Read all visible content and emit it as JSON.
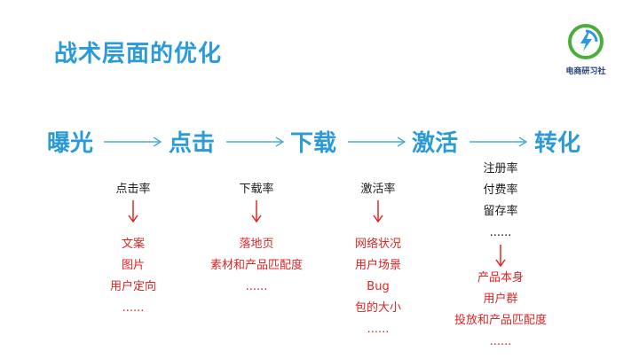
{
  "title": "战术层面的优化",
  "logo": {
    "text": "电商研习社",
    "icon": "lightning-circle-logo",
    "color": "#4cae3a"
  },
  "colors": {
    "accent_blue": "#2a9bd8",
    "red": "#e02424",
    "text": "#1a1a1a"
  },
  "stages": [
    "曝光",
    "点击",
    "下载",
    "激活",
    "转化"
  ],
  "metrics": {
    "click": "点击率",
    "download": "下载率",
    "activation": "激活率",
    "conversion": [
      "注册率",
      "付费率",
      "留存率",
      "......"
    ]
  },
  "factors": {
    "click": [
      "文案",
      "图片",
      "用户定向",
      "......"
    ],
    "download": [
      "落地页",
      "素材和产品匹配度",
      "......"
    ],
    "activation": [
      "网络状况",
      "用户场景",
      "Bug",
      "包的大小",
      "......"
    ],
    "conversion": [
      "产品本身",
      "用户群",
      "投放和产品匹配度",
      "......"
    ]
  }
}
